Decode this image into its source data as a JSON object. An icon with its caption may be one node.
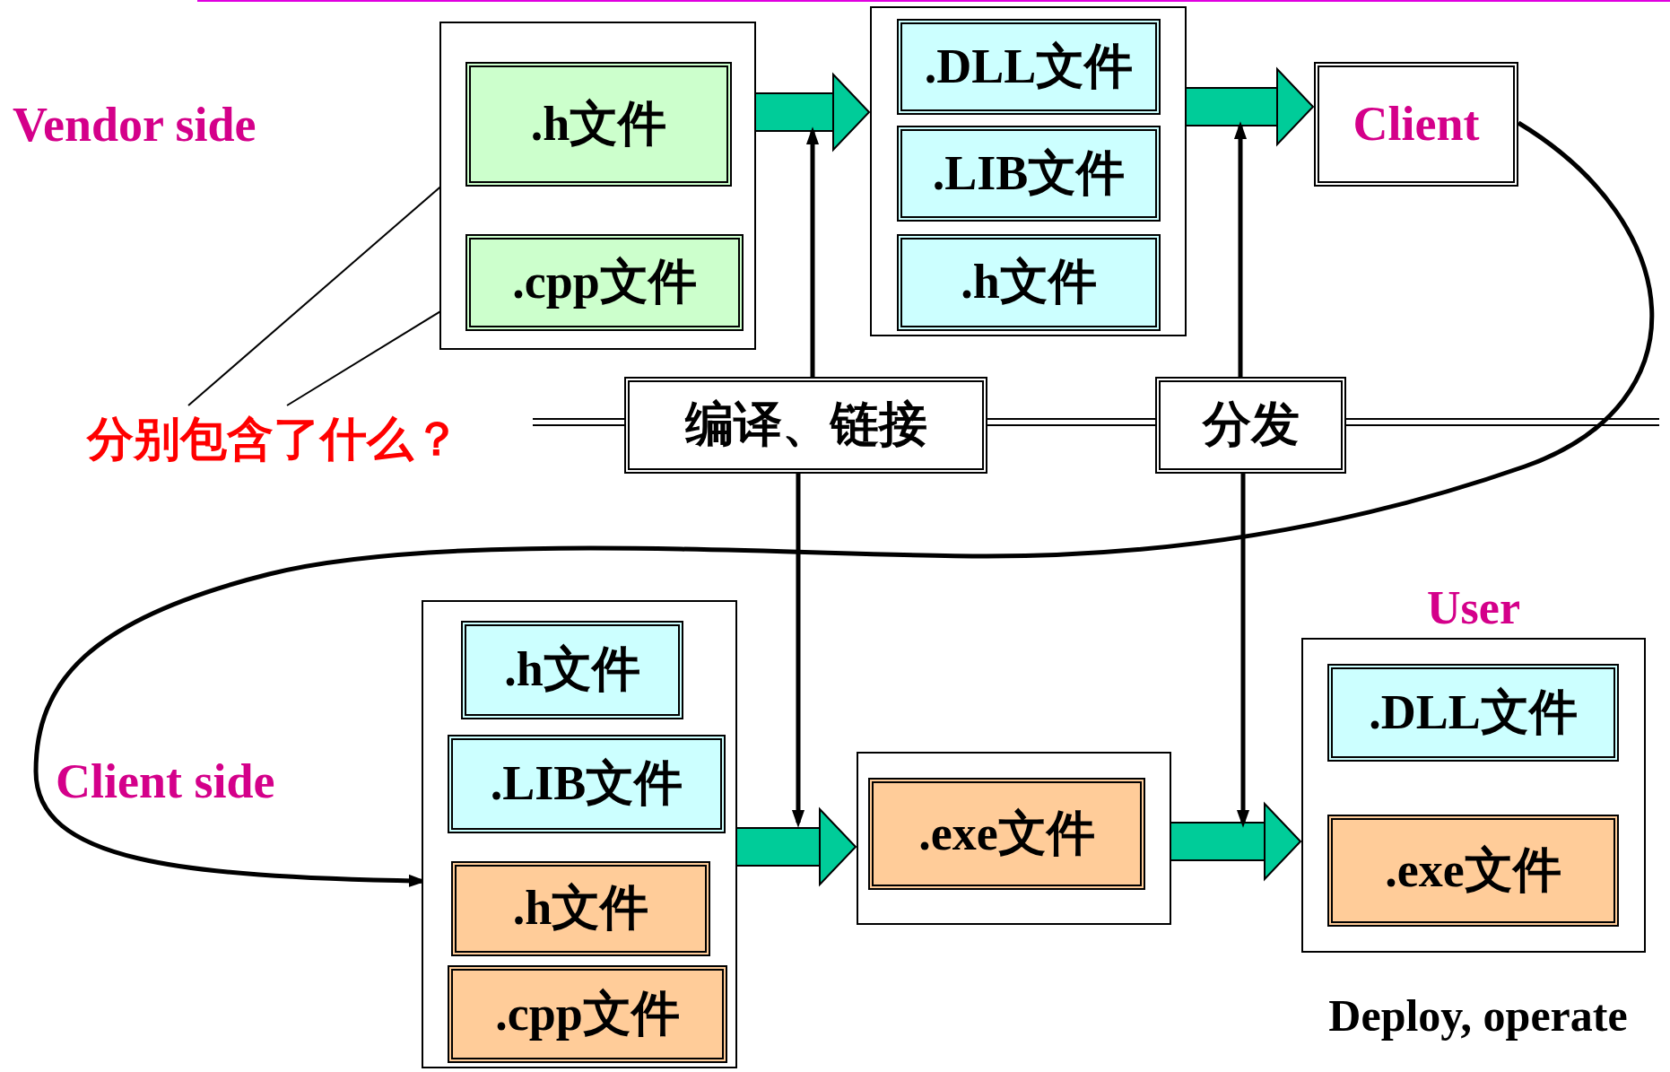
{
  "diagram": {
    "nodes": [
      {
        "text": [],
        "shape": "box"
      },
      {
        "text": [
          ".h文件"
        ],
        "in": 0
      },
      {
        "text": [
          ".cpp文件"
        ],
        "in": 0
      },
      {
        "text": [],
        "shape": "box"
      },
      {
        "text": [
          ".DLL文件"
        ],
        "in": 3
      },
      {
        "text": [
          ".LIB文件"
        ],
        "in": 3
      },
      {
        "text": [
          ".h文件"
        ],
        "in": 3
      },
      {
        "text": [
          "Client"
        ]
      },
      {
        "text": [
          "编译、链接"
        ]
      },
      {
        "text": [
          "分发"
        ]
      },
      {
        "text": [],
        "shape": "box"
      },
      {
        "text": [
          ".h文件"
        ],
        "in": 10
      },
      {
        "text": [
          ".LIB文件"
        ],
        "in": 10
      },
      {
        "text": [
          ".h文件"
        ],
        "in": 10
      },
      {
        "text": [
          ".cpp文件"
        ],
        "in": 10
      },
      {
        "text": [],
        "shape": "box"
      },
      {
        "text": [
          ".exe文件"
        ],
        "in": 15
      },
      {
        "text": [
          "User"
        ],
        "beside": [
          "Deploy, operate"
        ]
      },
      {
        "text": [
          ".DLL文件"
        ],
        "in": 17
      },
      {
        "text": [
          ".exe文件"
        ],
        "in": 17
      },
      {
        "text": [
          "分别包含了什么？"
        ]
      }
    ],
    "edges": [
      {
        "from": 0,
        "to": 3,
        "arrow": "to",
        "style": "thick",
        "color": "#00cc99"
      },
      {
        "from": 3,
        "to": 7,
        "arrow": "to",
        "style": "thick",
        "color": "#00cc99"
      },
      {
        "from": 10,
        "to": 15,
        "arrow": "to",
        "style": "thick",
        "color": "#00cc99"
      },
      {
        "from": 15,
        "to": 17,
        "arrow": "to",
        "style": "thick",
        "color": "#00cc99"
      },
      {
        "from": 8,
        "to": null,
        "arrow": "to"
      },
      {
        "from": 8,
        "to": null,
        "arrow": "to"
      },
      {
        "from": 9,
        "to": null,
        "arrow": "to"
      },
      {
        "from": 9,
        "to": null,
        "arrow": "to"
      },
      {
        "from": 20,
        "to": 1,
        "arrow": "none"
      },
      {
        "from": 20,
        "to": 2,
        "arrow": "none"
      },
      {
        "from": 7,
        "to": 10,
        "arrow": "to"
      }
    ],
    "labels": [
      "Vendor side",
      "Client side"
    ]
  }
}
